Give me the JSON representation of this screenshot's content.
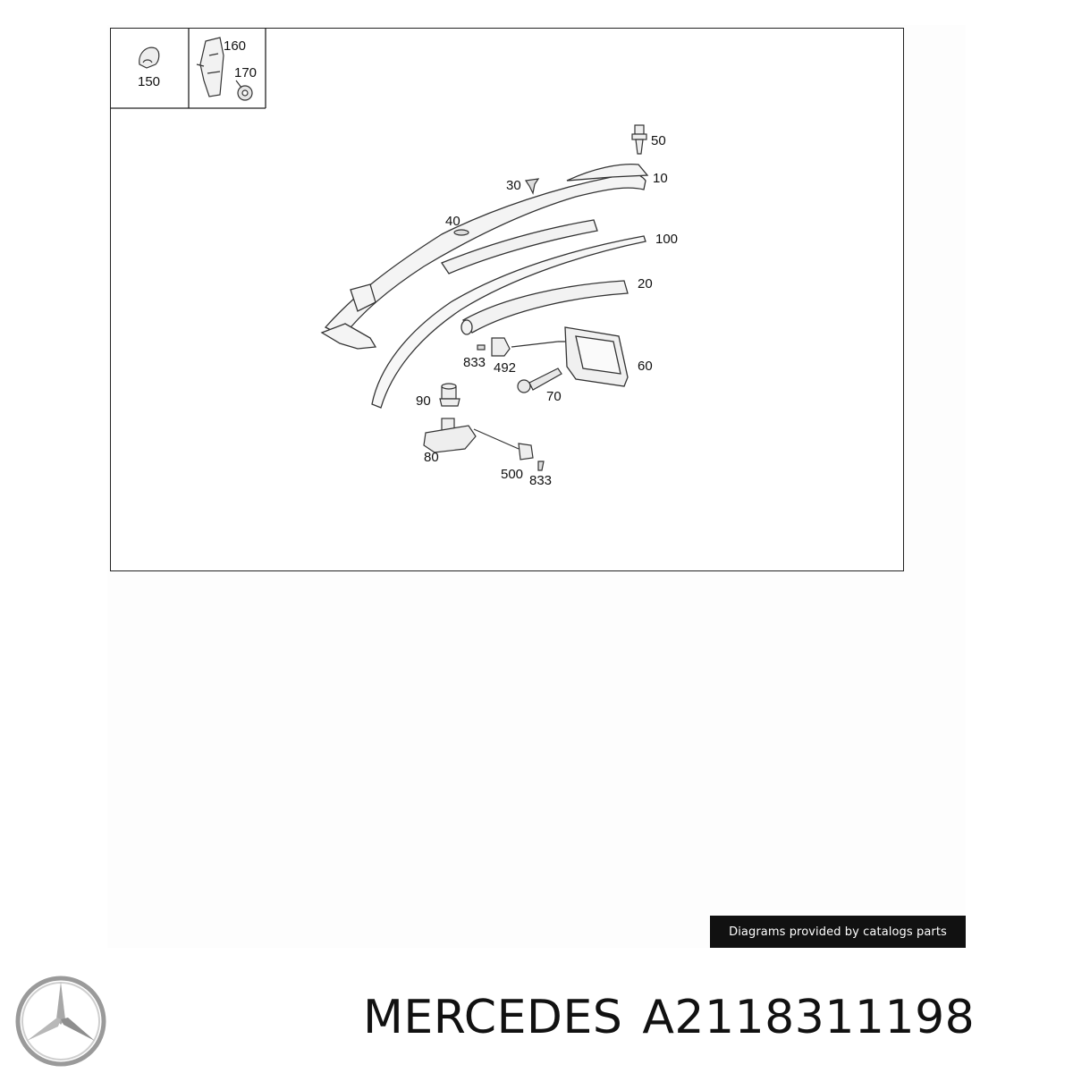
{
  "diagram": {
    "callouts": {
      "c150": "150",
      "c160": "160",
      "c170": "170",
      "c50": "50",
      "c10": "10",
      "c30": "30",
      "c40": "40",
      "c100": "100",
      "c20": "20",
      "c833a": "833",
      "c492": "492",
      "c60": "60",
      "c70": "70",
      "c90": "90",
      "c80": "80",
      "c500": "500",
      "c833b": "833"
    }
  },
  "credit": "Diagrams provided by catalogs parts",
  "title": {
    "brand": "MERCEDES",
    "part_number": "A2118311198"
  },
  "logo": {
    "icon": "mercedes-star-icon",
    "color": "#9a9a9a"
  }
}
